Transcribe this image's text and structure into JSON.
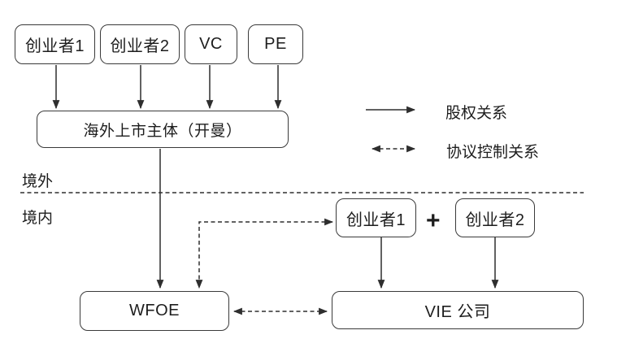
{
  "colors": {
    "background": "#ffffff",
    "line": "#2e2e2e",
    "text": "#1d1d1d"
  },
  "top_row": {
    "boxes": [
      {
        "label": "创业者1"
      },
      {
        "label": "创业者2"
      },
      {
        "label": "VC"
      },
      {
        "label": "PE"
      }
    ]
  },
  "cayman": {
    "label": "海外上市主体（开曼）"
  },
  "regions": {
    "offshore": "境外",
    "onshore": "境内"
  },
  "legend": {
    "items": [
      {
        "symbol": "solid-arrow",
        "label": "股权关系"
      },
      {
        "symbol": "dashed-double-arrow",
        "label": "协议控制关系"
      }
    ]
  },
  "onshore_founders": {
    "boxes": [
      {
        "label": "创业者1"
      },
      {
        "label": "创业者2"
      }
    ],
    "joiner": "+"
  },
  "wfoe": {
    "label": "WFOE"
  },
  "vie": {
    "label": "VIE 公司"
  }
}
